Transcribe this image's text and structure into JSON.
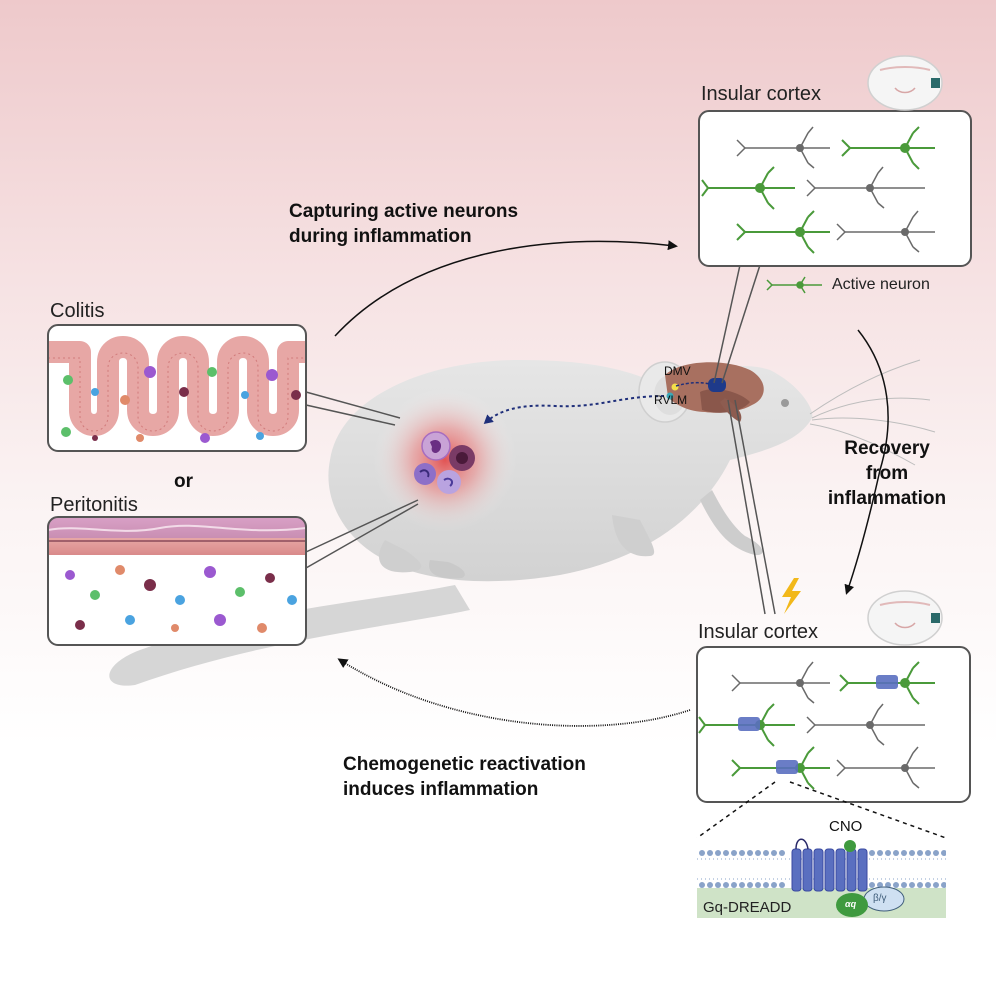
{
  "labels": {
    "insular_top": "Insular cortex",
    "insular_bottom": "Insular cortex",
    "active_neuron": "Active neuron",
    "capture_line1": "Capturing active neurons",
    "capture_line2": "during inflammation",
    "colitis": "Colitis",
    "or": "or",
    "peritonitis": "Peritonitis",
    "dmv": "DMV",
    "rvlm": "RVLM",
    "recovery_line1": "Recovery",
    "recovery_line2": "from",
    "recovery_line3": "inflammation",
    "chemo_line1": "Chemogenetic reactivation",
    "chemo_line2": "induces inflammation",
    "cno": "CNO",
    "gq_dreadd": "Gq-DREADD",
    "gq_alpha": "αq",
    "beta_gamma": "β/γ"
  },
  "colors": {
    "active_neuron": "#4a9a3a",
    "inactive_neuron": "#6a6a6a",
    "dreadd_receptor": "#5a6fc0",
    "inflammation_glow": "#e23b3b",
    "mouse_body": "#dcdcdc",
    "brain": "#a87060",
    "intestine_tissue": "#e7a7a5"
  },
  "icons": [
    "brain-section-icon",
    "lightning-bolt-icon",
    "neuron-icon"
  ]
}
